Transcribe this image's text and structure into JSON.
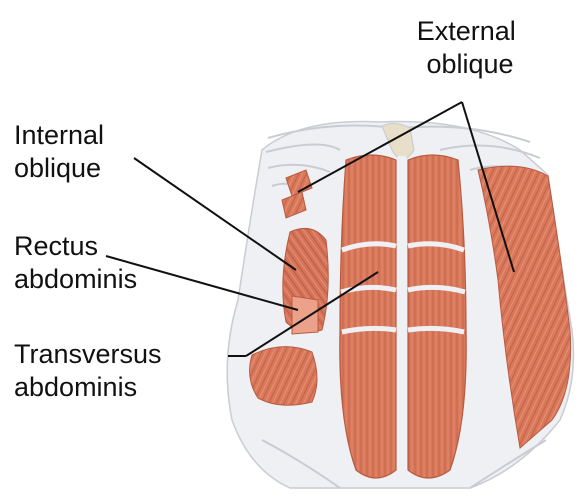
{
  "labels": {
    "external_oblique": [
      "External",
      "oblique"
    ],
    "internal_oblique": [
      "Internal",
      "oblique"
    ],
    "rectus_abdominis": [
      "Rectus",
      "abdominis"
    ],
    "transversus_abdominis": [
      "Transversus",
      "abdominis"
    ]
  },
  "colors": {
    "muscle": "#d9785b",
    "muscle_dark": "#b85a40",
    "muscle_light": "#eca28a",
    "fascia": "#eef0f3",
    "fascia_shade": "#c9ccd2",
    "bone": "#e8dfc8",
    "leader_line": "#111111"
  }
}
